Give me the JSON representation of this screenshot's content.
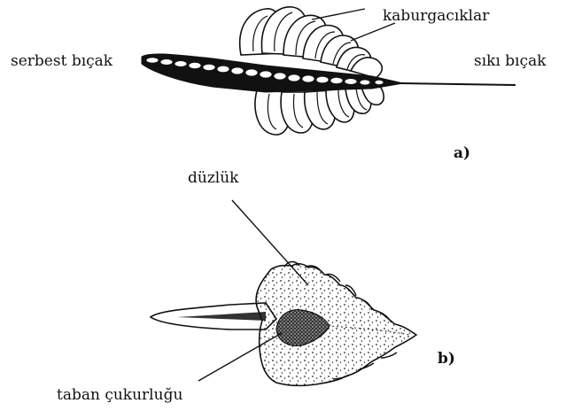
{
  "labels": {
    "serbest_bicak": "serbest bıçak",
    "kaburgaciklar": "kaburgacıklar",
    "siki_bicak": "sıkı bıçak",
    "panel_a": "a)",
    "duzluk": "düzlük",
    "taban_cukurlugu": "taban çukurluğu",
    "panel_b": "b)"
  },
  "colors": {
    "ink": "#111111",
    "paper": "#ffffff"
  }
}
